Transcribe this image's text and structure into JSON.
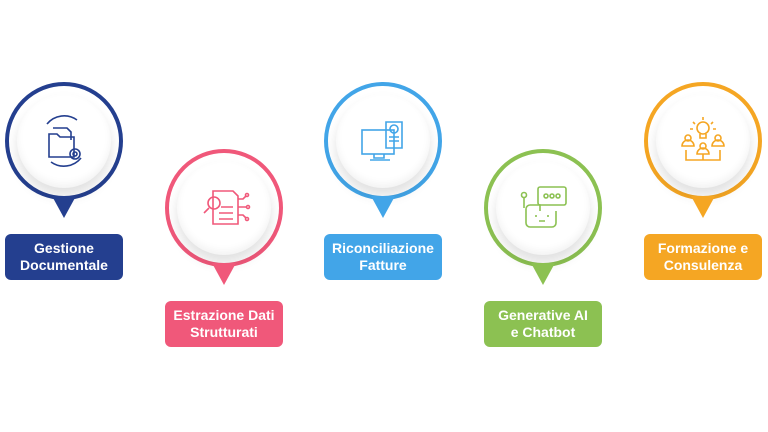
{
  "items": [
    {
      "line1": "Gestione",
      "line2": "Documentale",
      "icon": "folder-gear-icon",
      "color": "#243f8f"
    },
    {
      "line1": "Estrazione Dati",
      "line2": "Strutturati",
      "icon": "document-search-icon",
      "color": "#f0587a"
    },
    {
      "line1": "Riconciliazione",
      "line2": "Fatture",
      "icon": "monitor-invoice-icon",
      "color": "#42a5e8"
    },
    {
      "line1": "Generative AI",
      "line2": "e Chatbot",
      "icon": "chatbot-icon",
      "color": "#8cc152"
    },
    {
      "line1": "Formazione e",
      "line2": "Consulenza",
      "icon": "team-idea-icon",
      "color": "#f5a623"
    }
  ]
}
